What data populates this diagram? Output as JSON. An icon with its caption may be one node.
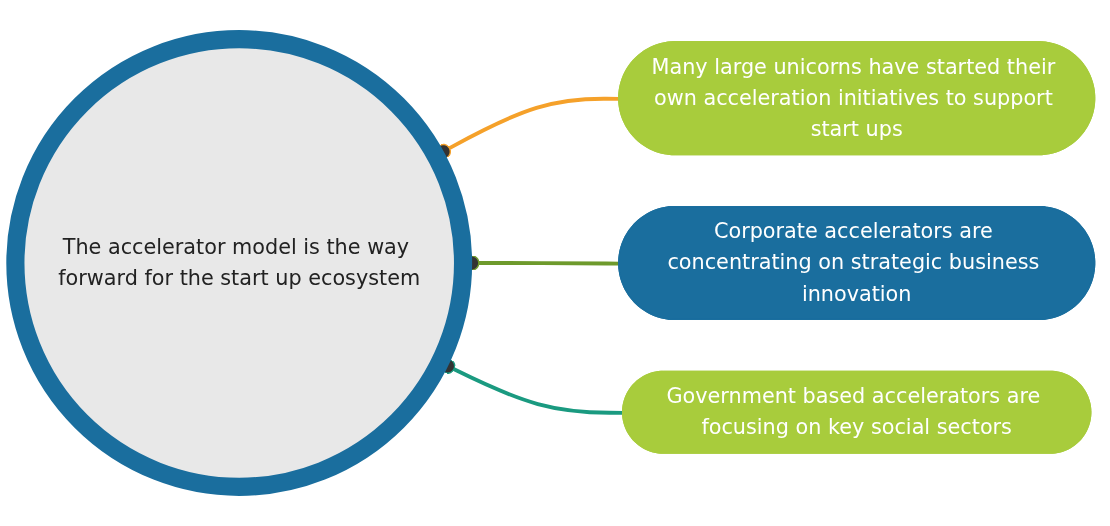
{
  "diagram": {
    "nodes": [
      {
        "text": [
          "The accelerator model is the way forward for the start up ecosystem"
        ]
      },
      {
        "text": [
          "Many large unicorns have started their own acceleration initiatives to support start ups"
        ]
      },
      {
        "text": [
          "Corporate accelerators are concentrating on strategic business innovation"
        ]
      },
      {
        "text": [
          "Government based accelerators are focusing on key social sectors"
        ]
      }
    ],
    "edges": [
      {
        "from": 1,
        "to": 0,
        "arrow": "other",
        "color": "#f5a12a"
      },
      {
        "from": 2,
        "to": 0,
        "arrow": "other",
        "color": "#6e9a2c"
      },
      {
        "from": 3,
        "to": 0,
        "arrow": "other",
        "color": "#1a9a80"
      }
    ]
  }
}
